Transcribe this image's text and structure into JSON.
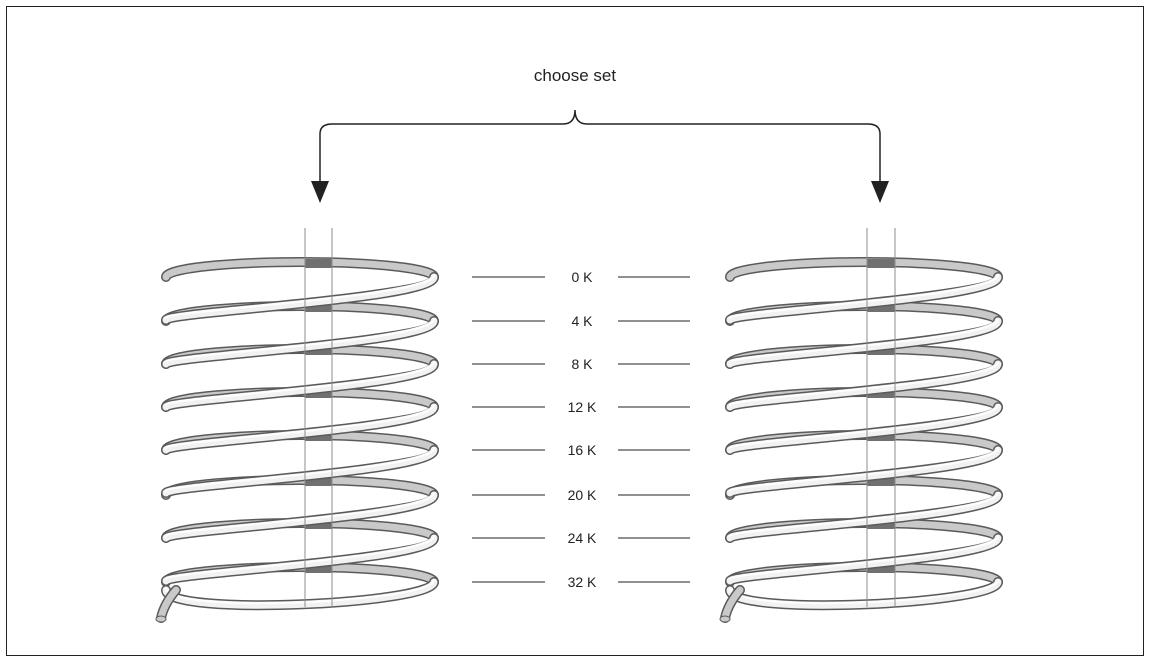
{
  "diagram": {
    "top_label": "choose set",
    "offset_labels": [
      "0 K",
      "4 K",
      "8 K",
      "12 K",
      "16 K",
      "20 K",
      "24 K",
      "32 K"
    ],
    "colors": {
      "coil_light": "#f2f2f2",
      "coil_mid": "#c9c9c9",
      "coil_dark": "#8a8a8a",
      "coil_outline": "#5a5a5a",
      "highlight_band": "#707070",
      "line": "#222222",
      "guide": "#8c8c8c"
    }
  }
}
